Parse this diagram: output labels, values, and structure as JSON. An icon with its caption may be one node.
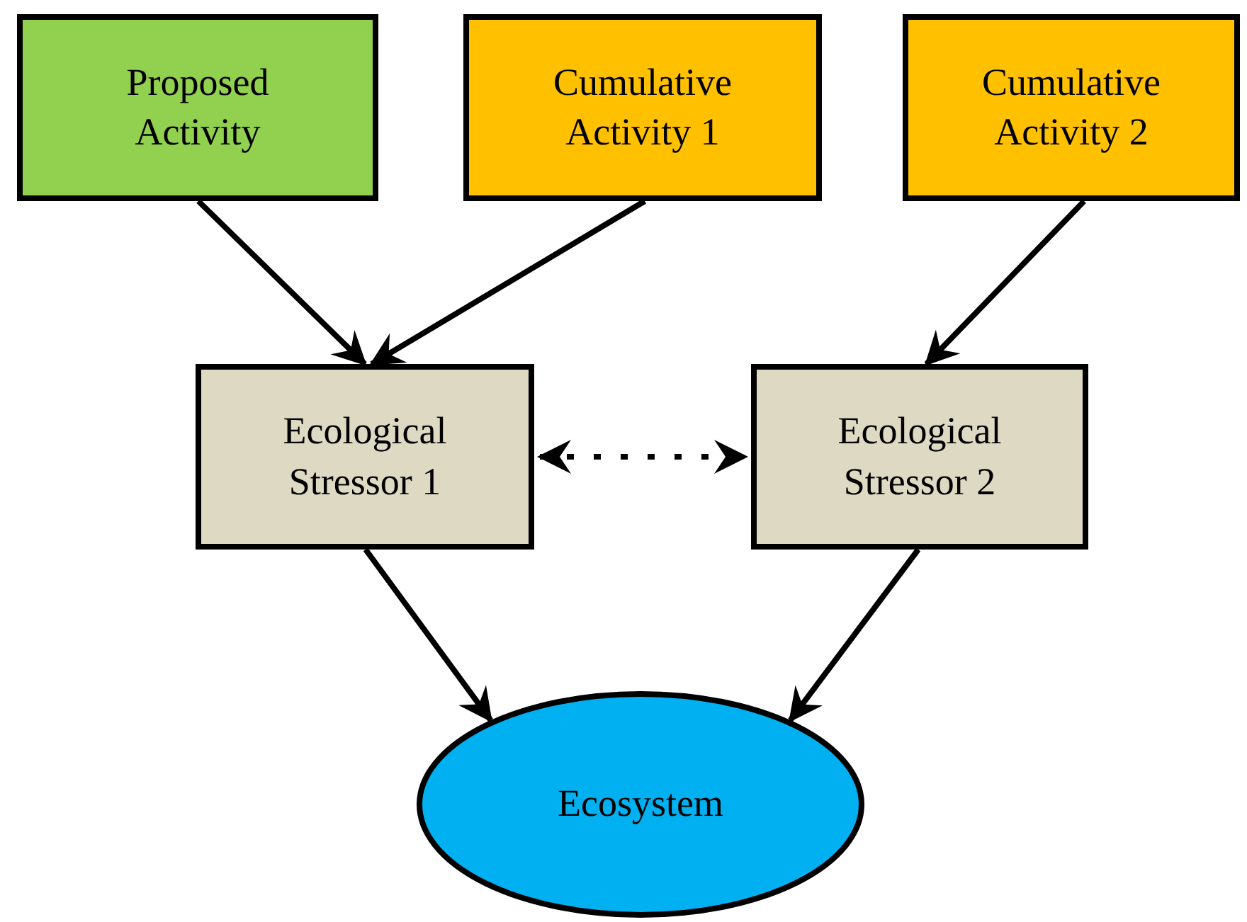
{
  "diagram": {
    "nodes": [
      {
        "text": [
          "Proposed Activity"
        ]
      },
      {
        "text": [
          "Cumulative Activity 1"
        ]
      },
      {
        "text": [
          "Cumulative Activity 2"
        ]
      },
      {
        "text": [
          "Ecological Stressor 1"
        ]
      },
      {
        "text": [
          "Ecological Stressor 2"
        ]
      },
      {
        "text": [
          "Ecosystem"
        ]
      }
    ],
    "edges": [
      {
        "from": 0,
        "to": 3,
        "arrow": "to"
      },
      {
        "from": 1,
        "to": 3,
        "arrow": "to"
      },
      {
        "from": 2,
        "to": 4,
        "arrow": "to"
      },
      {
        "from": 3,
        "to": 4,
        "arrow": "both",
        "style": "dashed"
      },
      {
        "from": 3,
        "to": 5,
        "arrow": "to"
      },
      {
        "from": 4,
        "to": 5,
        "arrow": "to"
      }
    ]
  }
}
